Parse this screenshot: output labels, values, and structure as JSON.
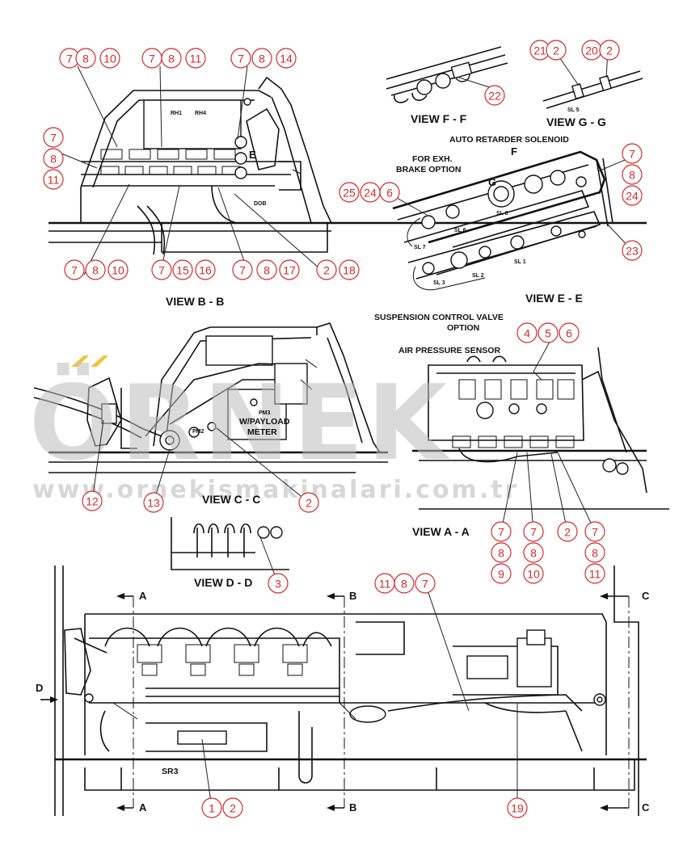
{
  "watermark": {
    "brand": "ÖRNEK",
    "url": "www.ornekismakinalari.com.tr",
    "accent_color": "#f3c23a"
  },
  "views": {
    "b": "VIEW B - B",
    "c": "VIEW C - C",
    "d": "VIEW D - D",
    "a": "VIEW A - A",
    "e": "VIEW E - E",
    "f": "VIEW F - F",
    "g": "VIEW G - G"
  },
  "notes": {
    "auto_retarder": "AUTO RETARDER SOLENOID",
    "exh_brake_1": "FOR EXH.",
    "exh_brake_2": "BRAKE OPTION",
    "suspension_1": "SUSPENSION CONTROL VALVE",
    "suspension_2": "OPTION",
    "air_pressure": "AIR PRESSURE SENSOR",
    "payload_1": "W/PAYLOAD",
    "payload_2": "METER",
    "sr3": "SR3",
    "dob": "DOB"
  },
  "small_labels": {
    "rh1": "RH1",
    "rh4": "RH4",
    "pm2": "PM2",
    "pm3": "PM3",
    "sl5": "SL 5",
    "sl6": "SL 6",
    "sl7": "SL 7",
    "sl3": "SL 3",
    "sl2": "SL 2",
    "sl1": "SL 1",
    "sl8": "SL 8",
    "e": "E",
    "f": "F",
    "g": "G"
  },
  "section_markers": {
    "a": "A",
    "b": "B",
    "c": "C",
    "d": "D"
  },
  "callouts": [
    "7",
    "8",
    "10",
    "7",
    "8",
    "11",
    "7",
    "8",
    "14",
    "7",
    "8",
    "11",
    "7",
    "8",
    "10",
    "7",
    "15",
    "16",
    "7",
    "8",
    "17",
    "2",
    "18",
    "21",
    "2",
    "20",
    "2",
    "22",
    "7",
    "8",
    "24",
    "25",
    "24",
    "6",
    "23",
    "4",
    "5",
    "6",
    "12",
    "13",
    "2",
    "3",
    "7",
    "8",
    "9",
    "7",
    "8",
    "10",
    "2",
    "7",
    "8",
    "11",
    "11",
    "8",
    "7",
    "1",
    "2",
    "19"
  ]
}
